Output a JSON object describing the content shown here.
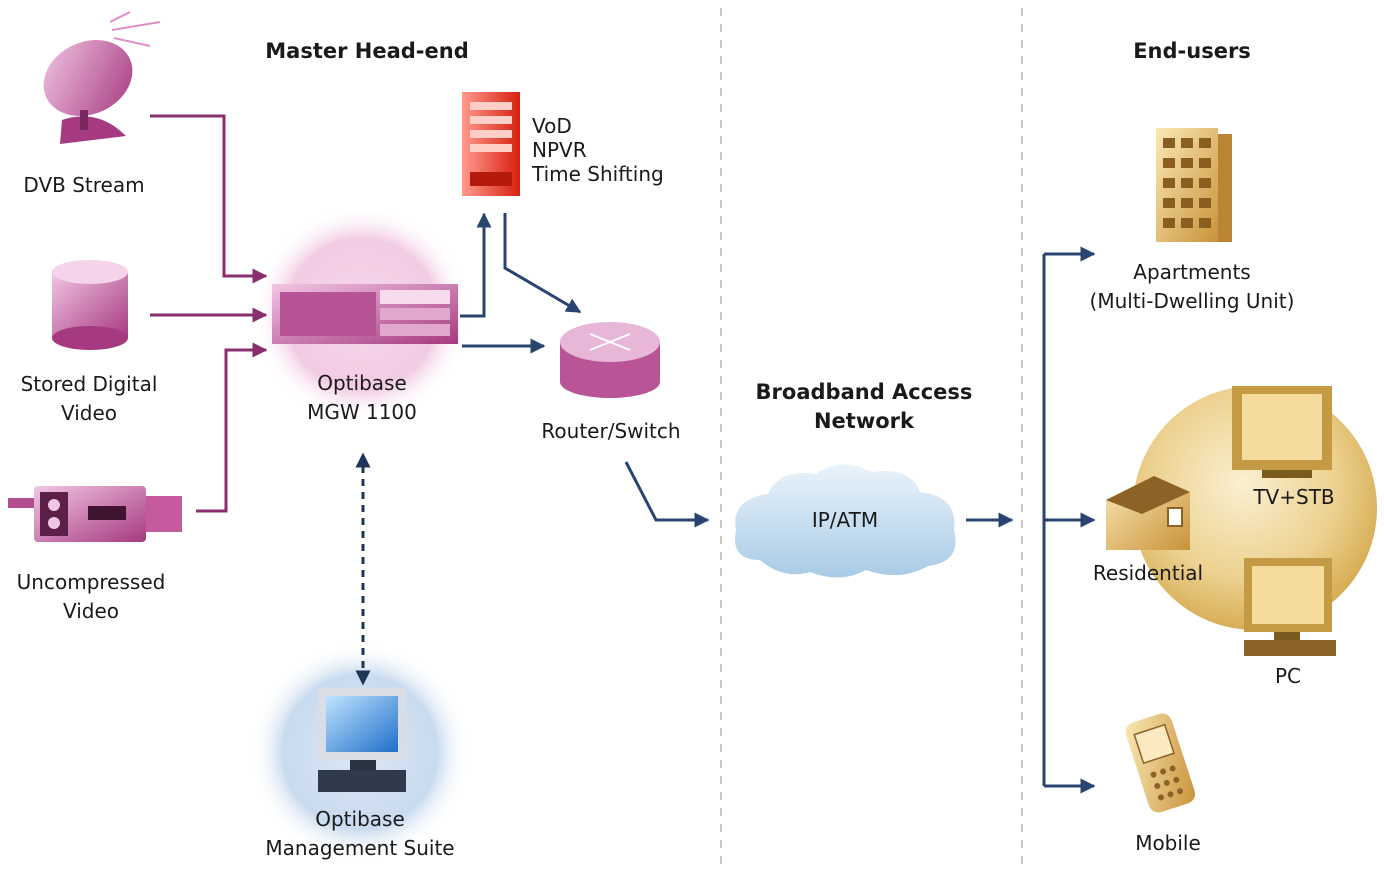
{
  "headers": {
    "master_headend": "Master Head-end",
    "broadband_line1": "Broadband Access",
    "broadband_line2": "Network",
    "end_users": "End-users"
  },
  "sources": {
    "dvb": "DVB Stream",
    "stored_line1": "Stored Digital",
    "stored_line2": "Video",
    "uncompressed_line1": "Uncompressed",
    "uncompressed_line2": "Video"
  },
  "headend": {
    "mgw_line1": "Optibase",
    "mgw_line2": "MGW 1100",
    "vod_line1": "VoD",
    "vod_line2": "NPVR",
    "vod_line3": "Time Shifting",
    "router": "Router/Switch",
    "mgmt_line1": "Optibase",
    "mgmt_line2": "Management Suite"
  },
  "network": {
    "cloud": "IP/ATM"
  },
  "endusers": {
    "apartments_line1": "Apartments",
    "apartments_line2": "(Multi-Dwelling Unit)",
    "tvstb": "TV+STB",
    "residential": "Residential",
    "pc": "PC",
    "mobile": "Mobile"
  },
  "colors": {
    "source_arrows": "#8a2f6e",
    "network_arrows": "#2a4470",
    "headend_glow": "#f3cfe6",
    "management_glow": "#cfdff1",
    "residential_disc": "#e9c97c"
  }
}
